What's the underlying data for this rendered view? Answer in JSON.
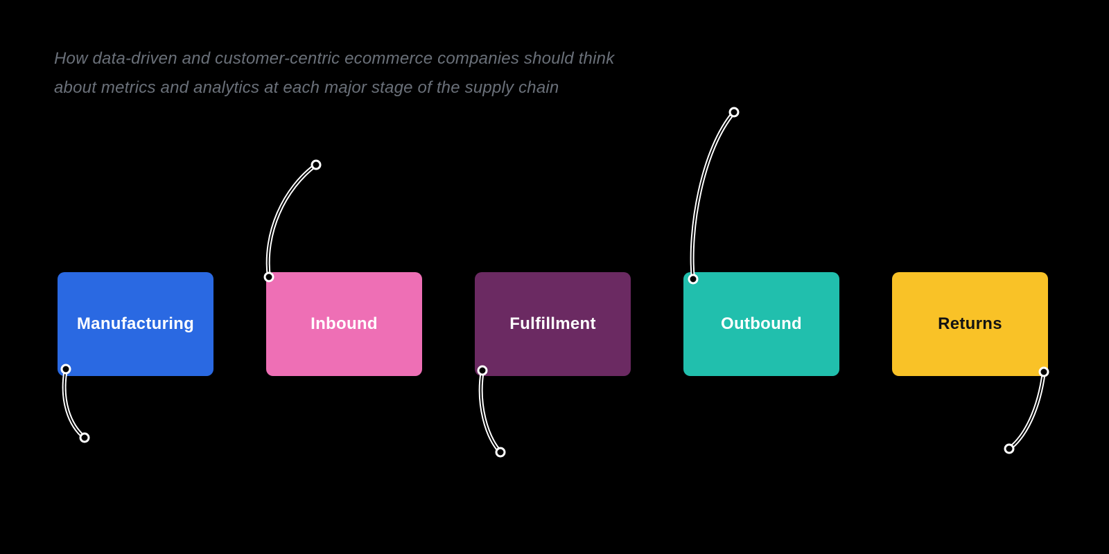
{
  "page": {
    "background_color": "#000000"
  },
  "header": {
    "title": "",
    "subtitle": {
      "line1": "How data-driven and customer-centric ecommerce companies should think",
      "line2": "about metrics and analytics at each major stage of the supply chain",
      "color": "#6A7079"
    }
  },
  "stages": [
    {
      "label": "Manufacturing",
      "color": "#2A69E2",
      "label_color": "#FFFFFF",
      "annotation": {
        "text": ""
      }
    },
    {
      "label": "Inbound",
      "color": "#EE6FB5",
      "label_color": "#FFFFFF",
      "annotation": {
        "text": ""
      }
    },
    {
      "label": "Fulfillment",
      "color": "#6B2A62",
      "label_color": "#FFFFFF",
      "annotation": {
        "text": ""
      }
    },
    {
      "label": "Outbound",
      "color": "#21BFAD",
      "label_color": "#FFFFFF",
      "annotation": {
        "text": ""
      }
    },
    {
      "label": "Returns",
      "color": "#F9C227",
      "label_color": "#131313",
      "annotation": {
        "text": ""
      }
    }
  ],
  "connectors": {
    "line_color": "#FFFFFF",
    "dot_fill_color": "#000000",
    "flow_arrow_color": "#000000"
  }
}
